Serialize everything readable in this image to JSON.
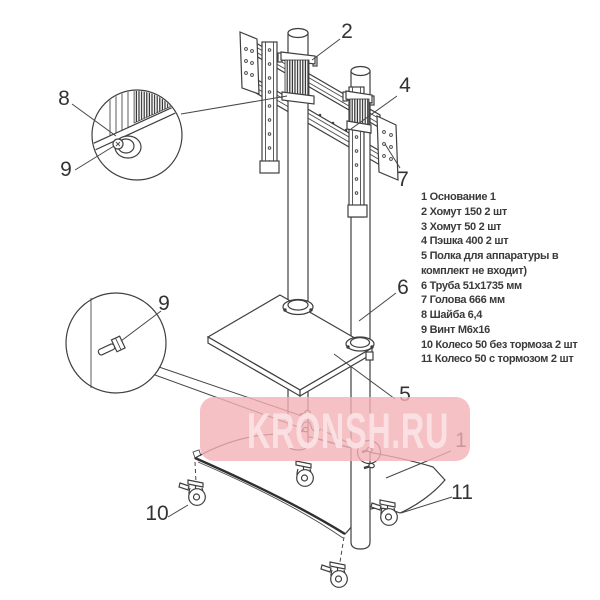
{
  "callouts": {
    "c1": "1",
    "c2": "2",
    "c4": "4",
    "c5": "5",
    "c6": "6",
    "c7": "7",
    "c8": "8",
    "c9_top": "9",
    "c9_mid": "9",
    "c10": "10",
    "c11": "11"
  },
  "parts_list": {
    "lines": [
      "1 Основание 1",
      "2 Хомут 150 2 шт",
      "3 Хомут 50 2 шт",
      "4 Пэшка 400 2 шт",
      "5 Полка для аппаратуры  в",
      "комплект не входит)",
      "6 Труба 51х1735 мм",
      "7 Голова 666 мм",
      "8 Шайба 6,4",
      "9 Винт М6х16",
      "10 Колесо 50 без тормоза 2 шт",
      "11 Колесо 50 с тормозом 2 шт"
    ]
  },
  "watermark": {
    "text": "KRONSH.RU",
    "band_color": "#f2b1b7",
    "text_color": "#fbe2e4"
  },
  "colors": {
    "line": "#3f3f3f",
    "label": "#333333",
    "list_text": "#3a3a3a",
    "background": "#ffffff"
  }
}
